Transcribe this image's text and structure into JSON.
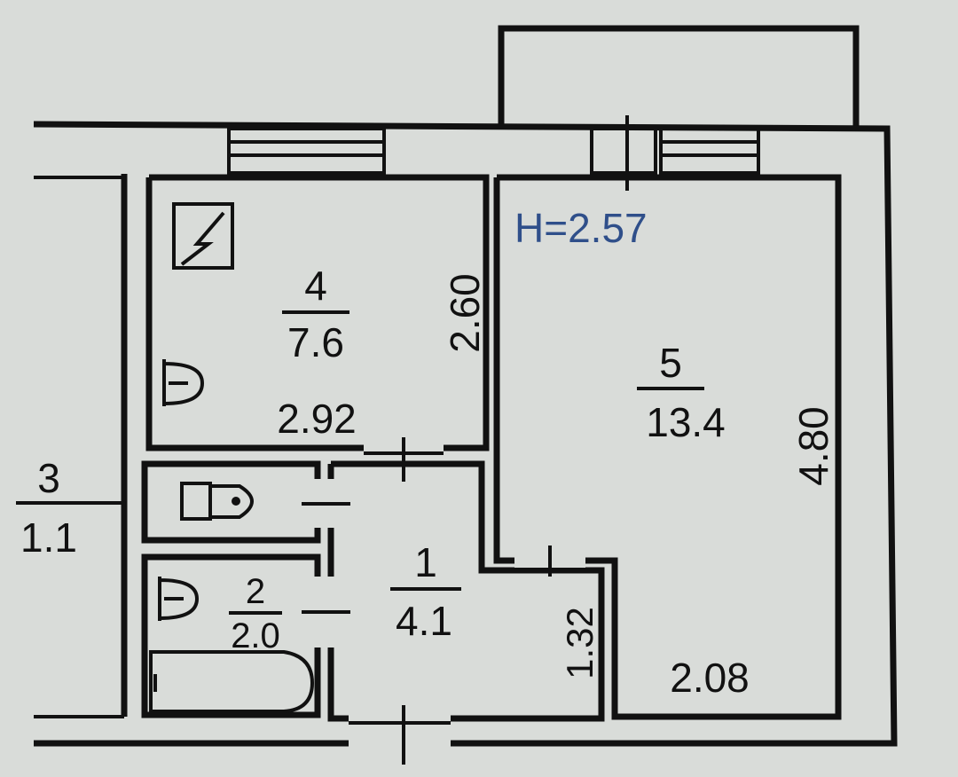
{
  "plan": {
    "height_label": "H=2.57",
    "colors": {
      "paper": "#d9dcd9",
      "ink": "#111111",
      "height_label": "#2f4f8a"
    },
    "rooms": [
      {
        "id": "room-1",
        "number": "1",
        "area": "4.1"
      },
      {
        "id": "room-2",
        "number": "2",
        "area": "2.0"
      },
      {
        "id": "room-3",
        "number": "3",
        "area": "1.1"
      },
      {
        "id": "room-4",
        "number": "4",
        "area": "7.6"
      },
      {
        "id": "room-5",
        "number": "5",
        "area": "13.4"
      }
    ],
    "dimensions": {
      "room4_width": "2.92",
      "room4_depth": "2.60",
      "room5_depth": "4.80",
      "room5_width": "2.08",
      "hall_width": "1.32"
    },
    "fixtures": [
      {
        "id": "stove",
        "icon": "stove-icon"
      },
      {
        "id": "kitchen-sink",
        "icon": "sink-icon"
      },
      {
        "id": "toilet",
        "icon": "toilet-icon"
      },
      {
        "id": "bath-sink",
        "icon": "sink-icon"
      },
      {
        "id": "bathtub",
        "icon": "bathtub-icon"
      }
    ]
  }
}
